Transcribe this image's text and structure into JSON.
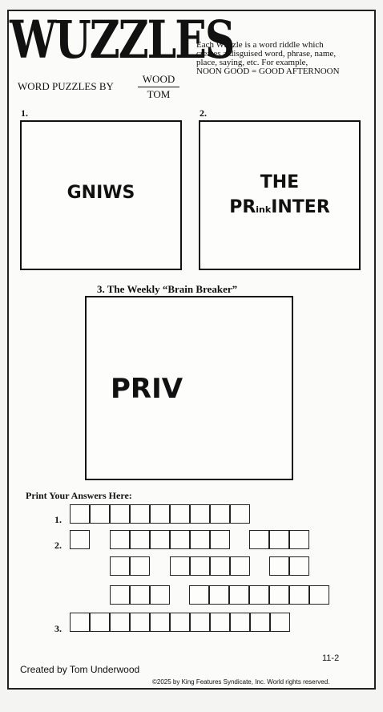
{
  "header": {
    "logo": "WUZZLES",
    "registered_mark": "®",
    "byline": "WORD PUZZLES BY",
    "author_top": "WOOD",
    "author_bottom": "TOM",
    "intro_lines": [
      "Each Wuzzle is a word riddle which",
      "creates a disguised word, phrase, name,",
      "place, saying, etc. For example,",
      "NOON GOOD = GOOD AFTERNOON"
    ]
  },
  "puzzles": {
    "p1": {
      "number": "1.",
      "text": "GNIWS"
    },
    "p2": {
      "number": "2.",
      "line1": "THE",
      "pre": "PR",
      "small": "ink",
      "post": "INTER"
    },
    "p3": {
      "title": "3. The Weekly “Brain Breaker”",
      "text": "PRIV"
    }
  },
  "answers": {
    "heading": "Print Your Answers Here:",
    "label1": "1.",
    "label2": "2.",
    "label3": "3."
  },
  "footer": {
    "created": "Created by Tom Underwood",
    "code": "11-2",
    "copyright": "©2025 by King Features Syndicate, Inc. World rights reserved."
  }
}
